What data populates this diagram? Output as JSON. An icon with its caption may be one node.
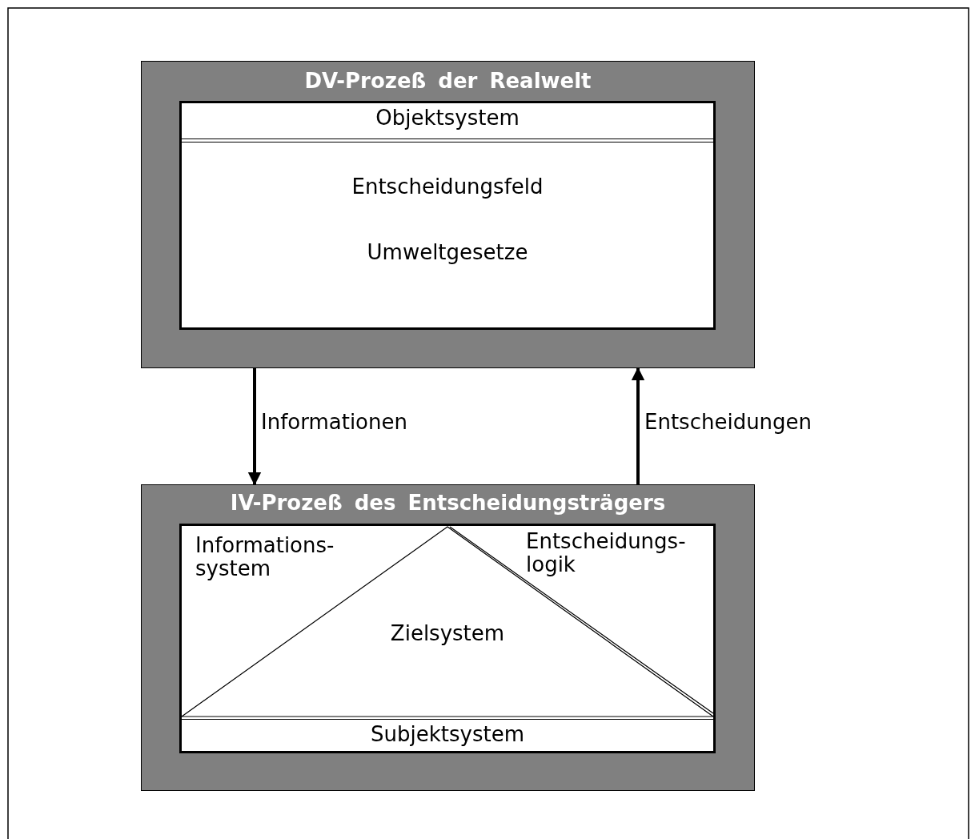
{
  "diagram": {
    "nodes": [
      {
        "text": [
          "DV-Prozeß der Realwelt"
        ]
      },
      {
        "text": [
          "Objektsystem",
          "Entscheidungsfeld",
          "Umweltgesetze"
        ],
        "in": 0
      },
      {
        "text": [
          "IV-Prozeß des Entscheidungsträgers"
        ]
      },
      {
        "text": [
          "Informations- system",
          "Entscheidungs- logik"
        ],
        "in": 2
      },
      {
        "text": [
          "Zielsystem"
        ],
        "in": 3
      },
      {
        "text": [
          "Subjektsystem"
        ],
        "in": 3
      }
    ],
    "edges": [
      {
        "from": 0,
        "to": 2,
        "arrow": "to",
        "label": "Informationen"
      },
      {
        "from": 2,
        "to": 0,
        "arrow": "to",
        "label": "Entscheidungen"
      }
    ]
  }
}
